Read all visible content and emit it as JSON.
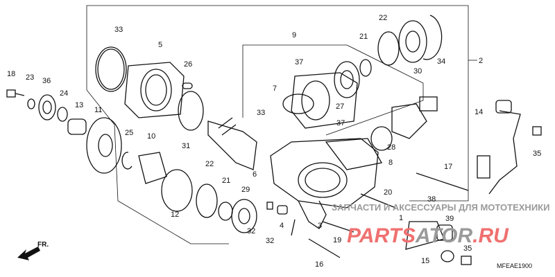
{
  "diagram": {
    "labels": [
      "33",
      "5",
      "26",
      "31",
      "9",
      "37",
      "7",
      "33",
      "27",
      "37",
      "21",
      "22",
      "30",
      "34",
      "2",
      "18",
      "23",
      "36",
      "24",
      "13",
      "11",
      "25",
      "10",
      "22",
      "21",
      "29",
      "12",
      "4",
      "32",
      "32",
      "3",
      "6",
      "8",
      "28",
      "20",
      "17",
      "14",
      "35",
      "38",
      "39",
      "19",
      "16",
      "15",
      "35",
      "1"
    ],
    "direction_label": "FR.",
    "drawing_code": "MFEAE1900"
  },
  "watermark": {
    "tagline": "ЗАПЧАСТИ И АКСЕССУАРЫ ДЛЯ МОТОТЕХНИКИ",
    "brand_red": "PARTS",
    "brand_gray": "ATOR",
    "brand_tld": ".RU",
    "colors": {
      "red": "#f07070",
      "gray": "#9a9a9a"
    }
  }
}
